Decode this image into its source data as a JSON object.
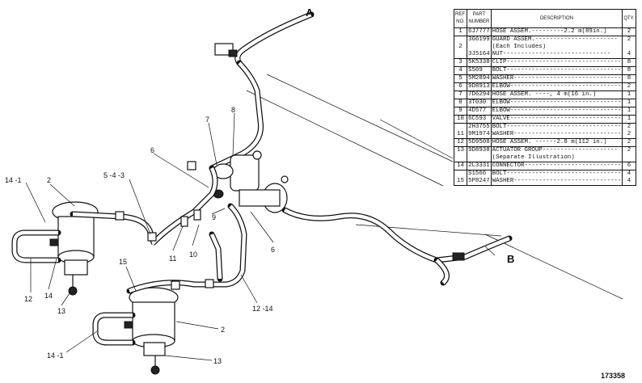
{
  "diagram": {
    "figure_number": "173358",
    "letters": {
      "a": "A",
      "b": "B"
    },
    "callouts": {
      "c1": "14 -1",
      "c2": "2",
      "c3": "5 -4 -3",
      "c4": "6",
      "c5": "7",
      "c6": "8",
      "c7": "9",
      "c8": "10",
      "c9": "11",
      "c10": "6",
      "c11": "12",
      "c12": "14",
      "c13": "13",
      "c14": "15",
      "c15": "12 -14",
      "c16": "2",
      "c17": "14 -1",
      "c18": "13"
    }
  },
  "parts_table": {
    "headers": {
      "ref": "REF. NO.",
      "part": "PART NUMBER",
      "desc": "DESCRIPTION",
      "qty": "QTY."
    },
    "rows": [
      {
        "ref": "1",
        "pn": "6J7777",
        "desc": "HOSE ASSEM.---------2.2 m(89in.)",
        "qty": "2",
        "grp": true
      },
      {
        "ref": "",
        "pn": "3G6199",
        "desc": "GUARD ASSEM.-----------------------",
        "qty": "2",
        "grp": true
      },
      {
        "ref": "2",
        "pn": "",
        "desc": "   (Each Includes)",
        "qty": "",
        "grp": false
      },
      {
        "ref": "",
        "pn": "3J5164",
        "desc": "   NUT------------------------------",
        "qty": "4",
        "grp": false
      },
      {
        "ref": "3",
        "pn": "5K5338",
        "desc": "CLIP--------------------------------",
        "qty": "8",
        "grp": true
      },
      {
        "ref": "4",
        "pn": "S509",
        "desc": "BOLT--------------------------------",
        "qty": "8",
        "grp": true
      },
      {
        "ref": "5",
        "pn": "5M2894",
        "desc": "WASHER------------------------------",
        "qty": "8",
        "grp": true
      },
      {
        "ref": "6",
        "pn": "9D8913",
        "desc": "ELBOW-------------------------------",
        "qty": "2",
        "grp": true
      },
      {
        "ref": "7",
        "pn": "7D6294",
        "desc": "HOSE ASSEM. ----, 4 m(16 in.)",
        "qty": "1",
        "grp": true
      },
      {
        "ref": "8",
        "pn": "3T030",
        "desc": "ELBOW-------------------------------",
        "qty": "1",
        "grp": true
      },
      {
        "ref": "9",
        "pn": "4D577",
        "desc": "ELBOW-------------------------------",
        "qty": "1",
        "grp": true
      },
      {
        "ref": "10",
        "pn": "6C593",
        "desc": "VALVE-------------------------------",
        "qty": "1",
        "grp": true
      },
      {
        "ref": "",
        "pn": "2H3755",
        "desc": "BOLT--------------------------------",
        "qty": "2",
        "grp": true
      },
      {
        "ref": "11",
        "pn": "9M1974",
        "desc": "WASHER------------------------------",
        "qty": "2",
        "grp": false
      },
      {
        "ref": "12",
        "pn": "5D9508",
        "desc": "HOSE ASSEM. ------2.8 m(112 in.)",
        "qty": "2",
        "grp": true
      },
      {
        "ref": "13",
        "pn": "9D8938",
        "desc": "ACTUATOR GROUP---------------------",
        "qty": "2",
        "grp": true
      },
      {
        "ref": "",
        "pn": "",
        "desc": "   (Separate Illustration)",
        "qty": "",
        "grp": false
      },
      {
        "ref": "14",
        "pn": "2L3331",
        "desc": "CONNECTOR---------------------------",
        "qty": "6",
        "grp": true
      },
      {
        "ref": "",
        "pn": "S1566",
        "desc": "BOLT--------------------------------",
        "qty": "4",
        "grp": true
      },
      {
        "ref": "15",
        "pn": "5P8247",
        "desc": "WASHER------------------------------",
        "qty": "4",
        "grp": false
      }
    ]
  }
}
